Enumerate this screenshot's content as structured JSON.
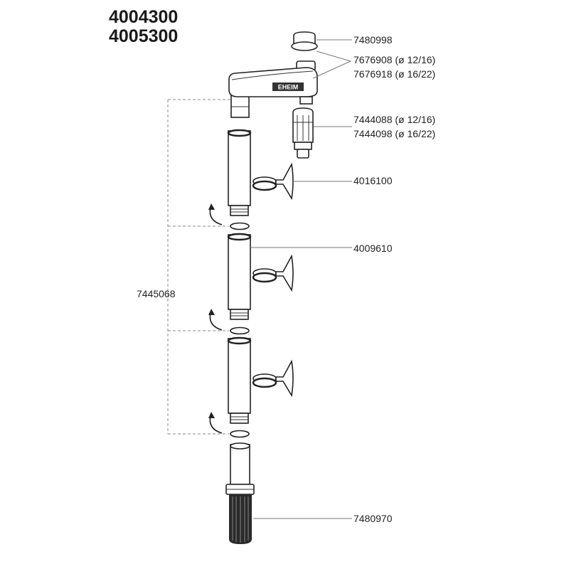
{
  "titles": [
    "4004300",
    "4005300"
  ],
  "logo_text": "EHEIM",
  "parts": {
    "cap": "7480998",
    "seal_a": "7676908 (ø 12/16)",
    "seal_b": "7676918 (ø 16/22)",
    "connector_a": "7444088 (ø 12/16)",
    "connector_b": "7444098 (ø 16/22)",
    "suction_cup": "4016100",
    "clip": "4009610",
    "tube_set": "7445068",
    "strainer": "7480970"
  }
}
